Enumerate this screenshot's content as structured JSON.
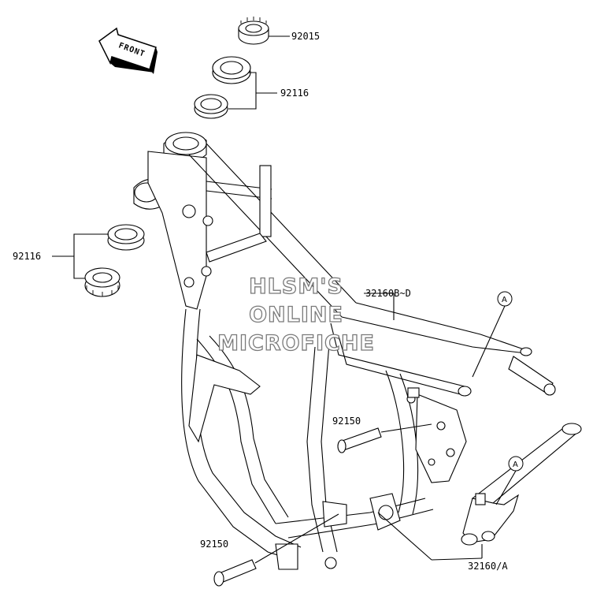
{
  "front_arrow_text": "FRONT",
  "labels": {
    "nut_top": "92015",
    "cone_top": "92116",
    "cone_left": "92116",
    "frame_upper": "32160B~D",
    "bolt_mid": "92150",
    "bolt_low": "92150",
    "subframe": "32160/A"
  },
  "callouts": {
    "upper": "A",
    "lower": "A"
  },
  "watermark": {
    "line1": "HLSM'S",
    "line2": "ONLINE",
    "line3": "MICROFICHE"
  }
}
